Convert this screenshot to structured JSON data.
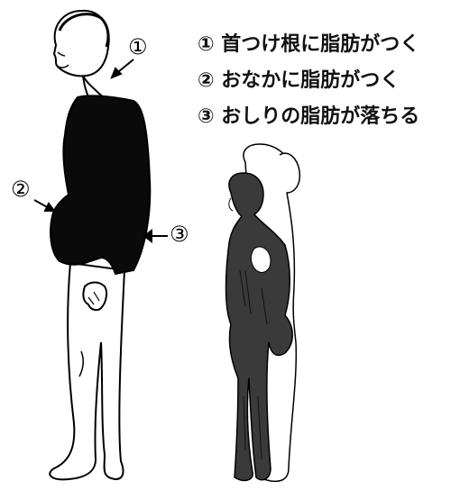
{
  "legend": {
    "items": [
      "① 首つけ根に脂肪がつく",
      "② おなかに脂肪がつく",
      "③ おしりの脂肪が落ちる"
    ]
  },
  "callouts": {
    "one": "①",
    "two": "②",
    "three": "③"
  },
  "colors": {
    "ink": "#000000",
    "sweater": "#0a0a0a",
    "skin": "#ffffff",
    "overlay_dark": "#3a3a3a"
  }
}
